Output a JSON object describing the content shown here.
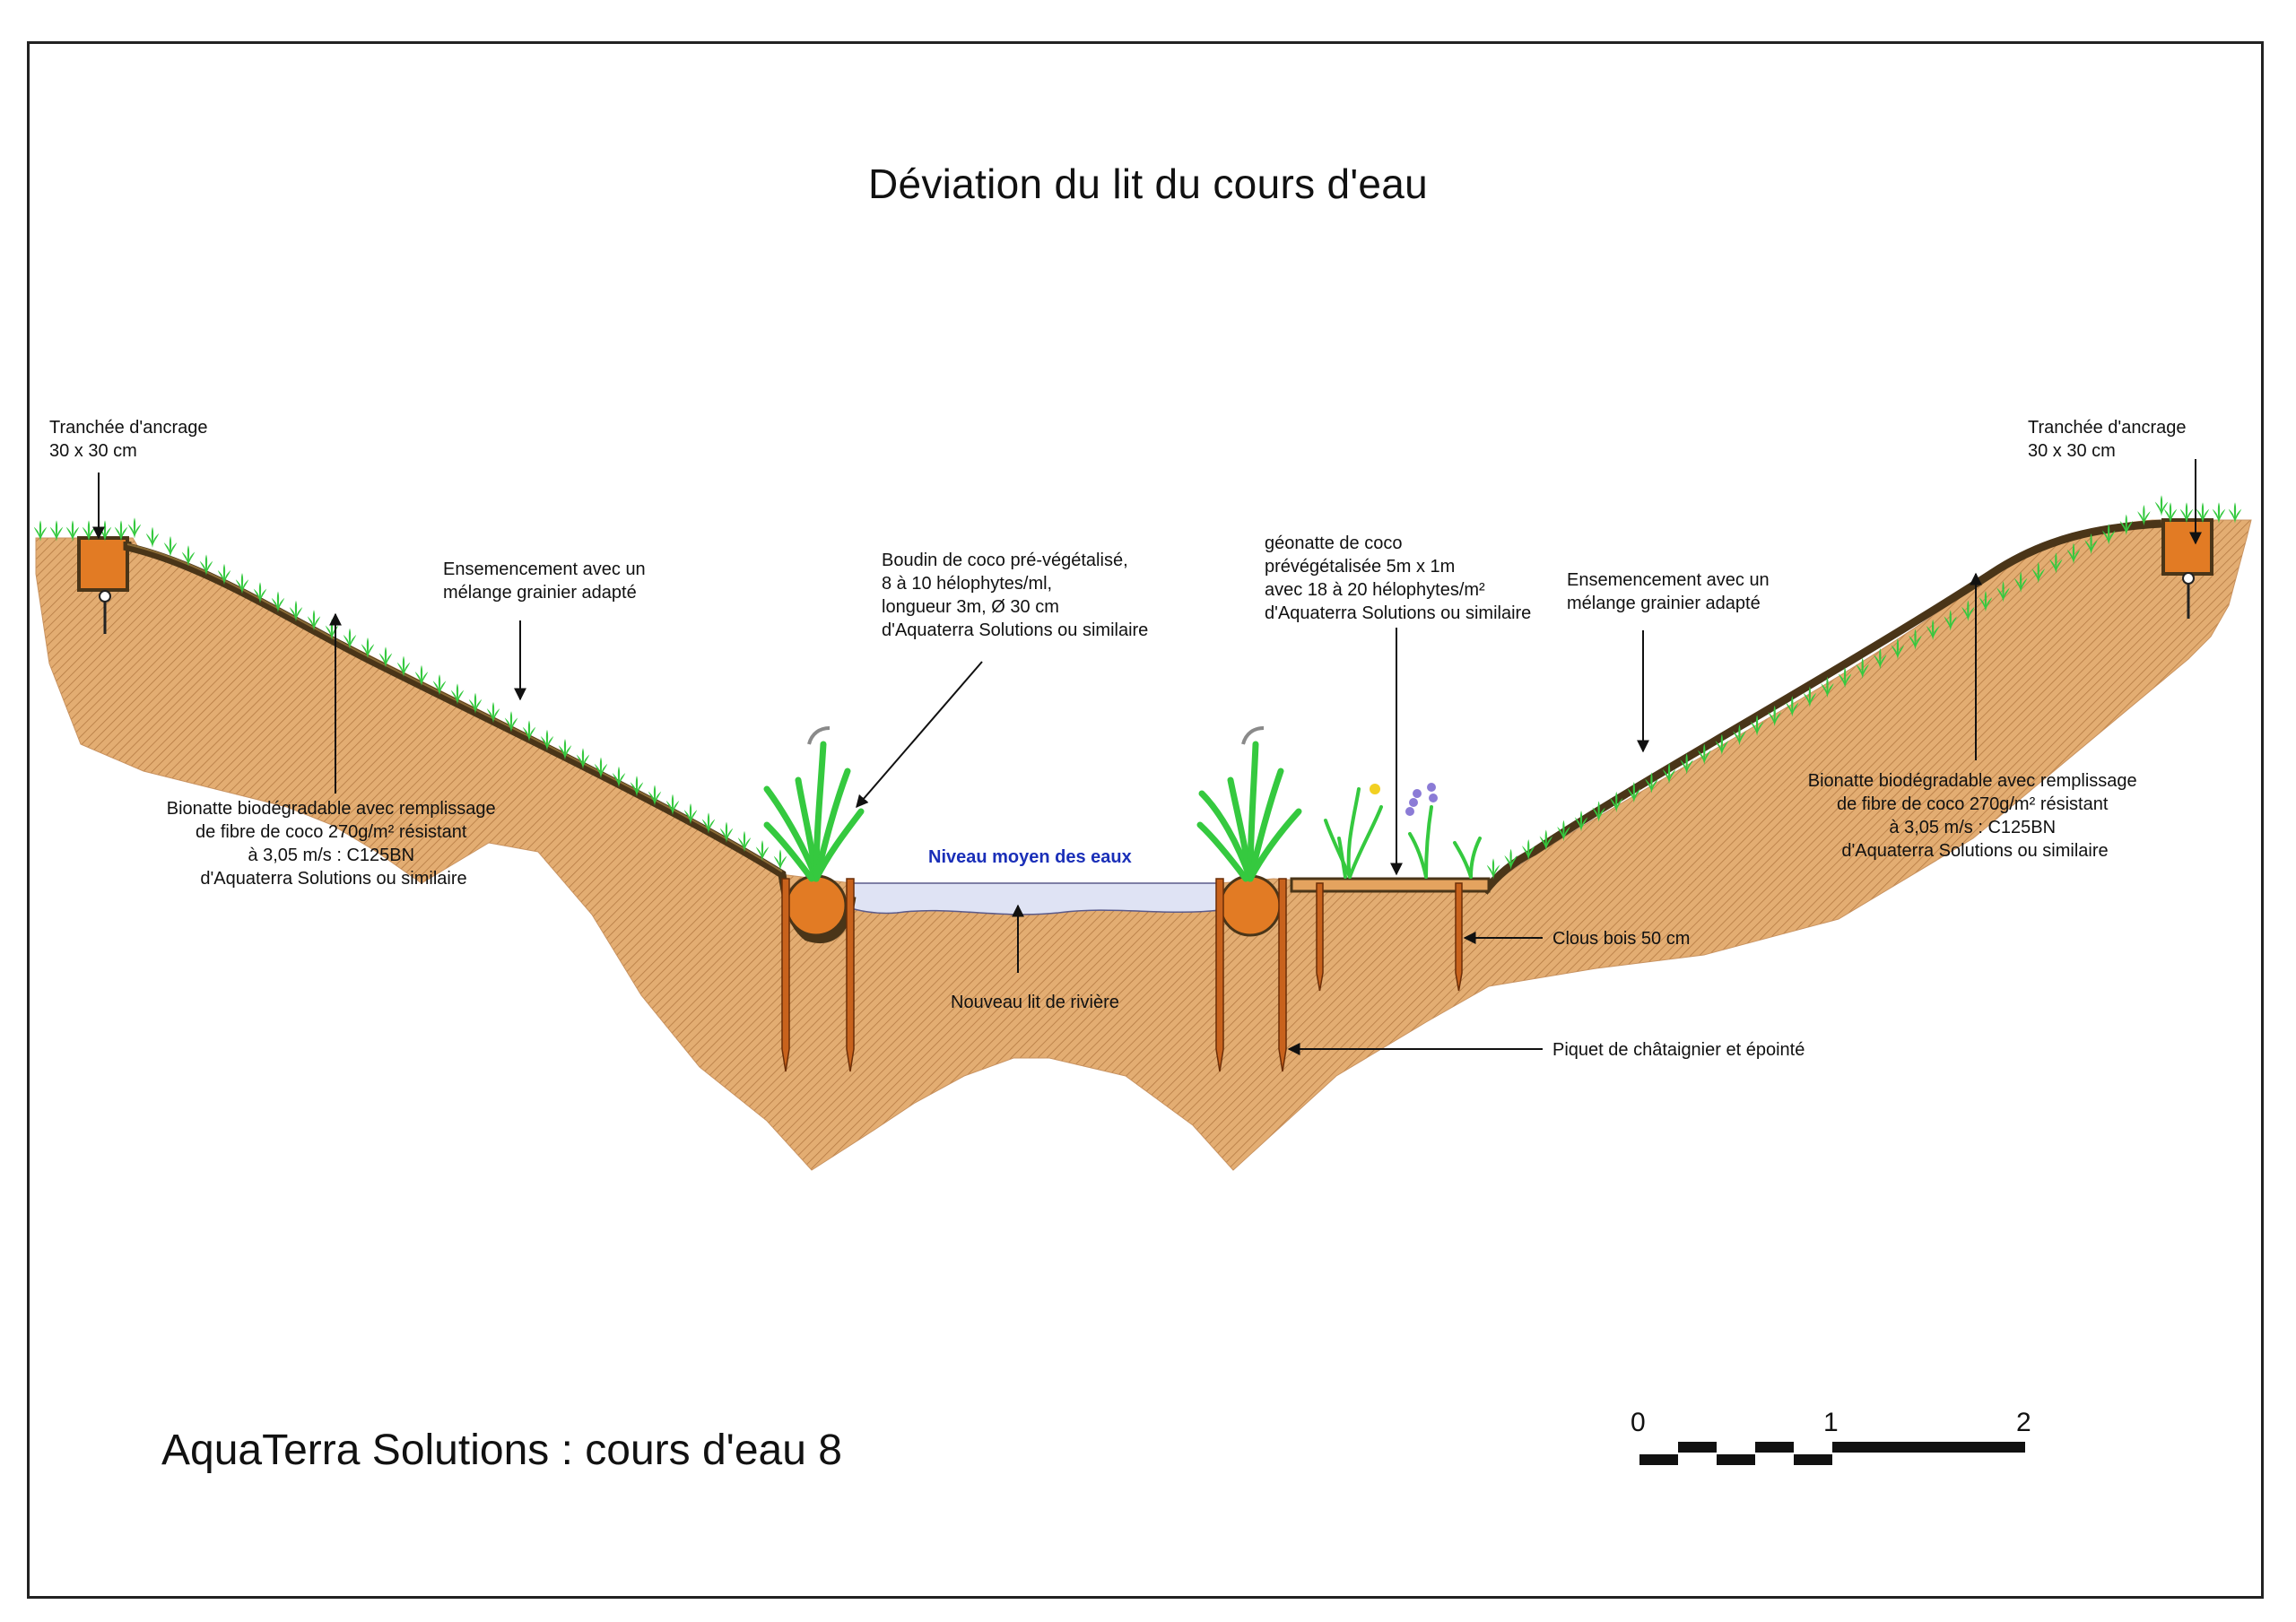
{
  "title": "Déviation du lit du cours d'eau",
  "footer": "AquaTerra Solutions : cours d'eau 8",
  "labels": {
    "trench_left": [
      "Tranchée d'ancrage",
      "30 x 30 cm"
    ],
    "trench_right": [
      "Tranchée d'ancrage",
      "30 x 30 cm"
    ],
    "seeding_left": [
      "Ensemencement avec un",
      "mélange grainier adapté"
    ],
    "seeding_right": [
      "Ensemencement avec un",
      "mélange grainier adapté"
    ],
    "bionatte_left": [
      "Bionatte biodégradable avec remplissage",
      "de fibre de coco  270g/m² résistant",
      "à 3,05 m/s : C125BN",
      "d'Aquaterra Solutions ou similaire"
    ],
    "bionatte_right": [
      "Bionatte biodégradable avec remplissage",
      "de fibre de coco  270g/m² résistant",
      "à 3,05 m/s : C125BN",
      "d'Aquaterra Solutions ou similaire"
    ],
    "boudin": [
      "Boudin de coco pré-végétalisé,",
      "8 à 10 hélophytes/ml,",
      "longueur 3m, Ø 30 cm",
      "d'Aquaterra Solutions ou similaire"
    ],
    "geonatte": [
      "géonatte de coco",
      "prévégétalisée 5m x 1m",
      "avec 18 à 20 hélophytes/m²",
      "d'Aquaterra Solutions ou similaire"
    ],
    "water_level": "Niveau moyen des eaux",
    "new_bed": "Nouveau lit de rivière",
    "nails": "Clous bois 50 cm",
    "stake": "Piquet de châtaignier et épointé"
  },
  "scale_bar": {
    "labels": [
      "0",
      "1",
      "2"
    ]
  },
  "colors": {
    "soil": "#e3ad72",
    "soil_hatch": "#b57a43",
    "mat": "#4a3518",
    "grass": "#35c93f",
    "water": "#dfe3f4",
    "coir": "#e27b24",
    "stake": "#c8621c",
    "water_label": "#1a2fb8"
  }
}
